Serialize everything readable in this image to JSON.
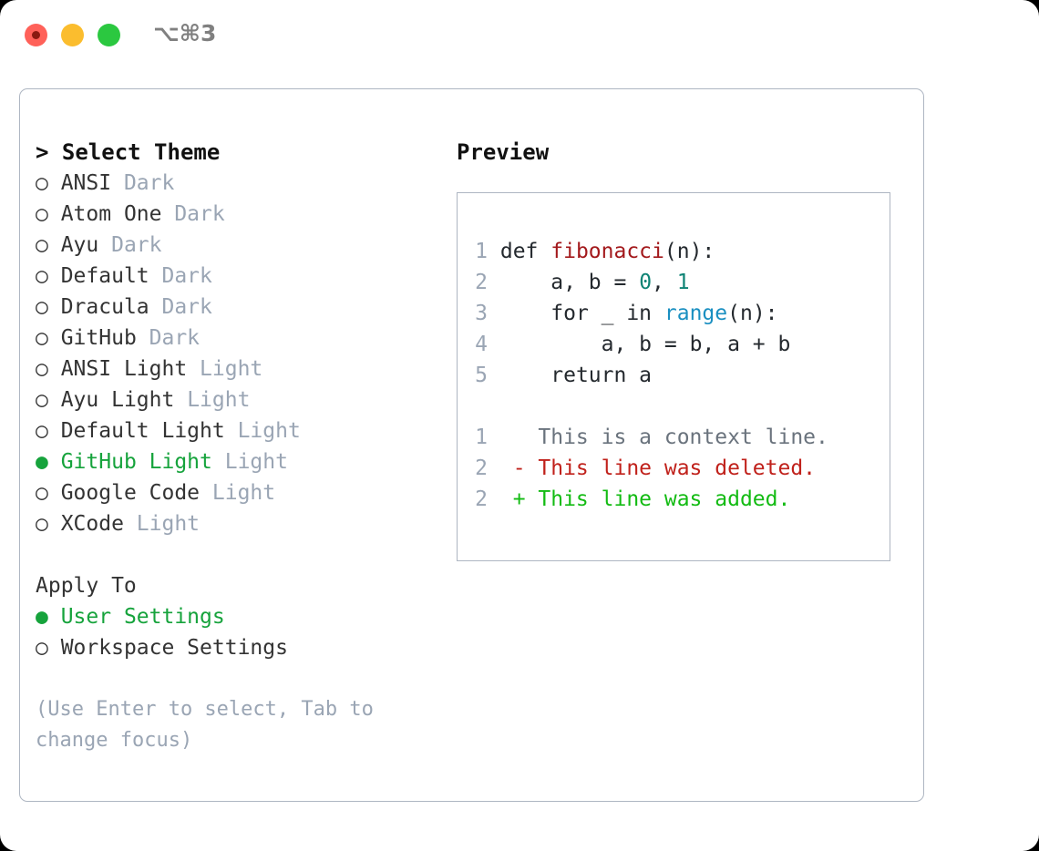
{
  "titlebar": {
    "shortcut": "⌥⌘3",
    "buttons": [
      {
        "name": "close",
        "color": "#ff6159"
      },
      {
        "name": "minimize",
        "color": "#fbbd2e"
      },
      {
        "name": "maximize",
        "color": "#2bc840"
      }
    ]
  },
  "theme_picker": {
    "header": "> Select Theme",
    "selected_marker": "●",
    "unselected_marker": "○",
    "items": [
      {
        "marker": "○",
        "name": "ANSI",
        "tag": "Dark",
        "selected": false
      },
      {
        "marker": "○",
        "name": "Atom One",
        "tag": "Dark",
        "selected": false
      },
      {
        "marker": "○",
        "name": "Ayu",
        "tag": "Dark",
        "selected": false
      },
      {
        "marker": "○",
        "name": "Default",
        "tag": "Dark",
        "selected": false
      },
      {
        "marker": "○",
        "name": "Dracula",
        "tag": "Dark",
        "selected": false
      },
      {
        "marker": "○",
        "name": "GitHub",
        "tag": "Dark",
        "selected": false
      },
      {
        "marker": "○",
        "name": "ANSI Light",
        "tag": "Light",
        "selected": false
      },
      {
        "marker": "○",
        "name": "Ayu Light",
        "tag": "Light",
        "selected": false
      },
      {
        "marker": "○",
        "name": "Default Light",
        "tag": "Light",
        "selected": false
      },
      {
        "marker": "●",
        "name": "GitHub Light",
        "tag": "Light",
        "selected": true
      },
      {
        "marker": "○",
        "name": "Google Code",
        "tag": "Light",
        "selected": false
      },
      {
        "marker": "○",
        "name": "XCode",
        "tag": "Light",
        "selected": false
      }
    ]
  },
  "apply_to": {
    "header": "Apply To",
    "options": [
      {
        "marker": "●",
        "label": "User Settings",
        "selected": true
      },
      {
        "marker": "○",
        "label": "Workspace Settings",
        "selected": false
      }
    ]
  },
  "hint": "(Use Enter to select, Tab to change focus)",
  "preview": {
    "header": "Preview",
    "code_lines": [
      {
        "num": "1",
        "segments": [
          {
            "t": "def ",
            "c": "plain"
          },
          {
            "t": "fibonacci",
            "c": "func"
          },
          {
            "t": "(n):",
            "c": "plain"
          }
        ]
      },
      {
        "num": "2",
        "segments": [
          {
            "t": "    a, b = ",
            "c": "plain"
          },
          {
            "t": "0",
            "c": "num"
          },
          {
            "t": ", ",
            "c": "plain"
          },
          {
            "t": "1",
            "c": "num"
          }
        ]
      },
      {
        "num": "3",
        "segments": [
          {
            "t": "    for _ in ",
            "c": "plain"
          },
          {
            "t": "range",
            "c": "call"
          },
          {
            "t": "(n):",
            "c": "plain"
          }
        ]
      },
      {
        "num": "4",
        "segments": [
          {
            "t": "        a, b = b, a + b",
            "c": "plain"
          }
        ]
      },
      {
        "num": "5",
        "segments": [
          {
            "t": "    return a",
            "c": "plain"
          }
        ]
      }
    ],
    "diff_lines": [
      {
        "num": "1",
        "sign": " ",
        "text": " This is a context line.",
        "kind": "ctx"
      },
      {
        "num": "2",
        "sign": "-",
        "text": " This line was deleted.",
        "kind": "del"
      },
      {
        "num": "2",
        "sign": "+",
        "text": " This line was added.",
        "kind": "add"
      }
    ]
  },
  "colors": {
    "accent_green": "#16a33c",
    "muted": "#9aa5b4",
    "border": "#aeb6c2",
    "syntax_function": "#a3191c",
    "syntax_number": "#0e8374",
    "syntax_call": "#1a8fc1",
    "diff_context": "#6a737d",
    "diff_deleted": "#c0211b",
    "diff_added": "#13bb13"
  }
}
